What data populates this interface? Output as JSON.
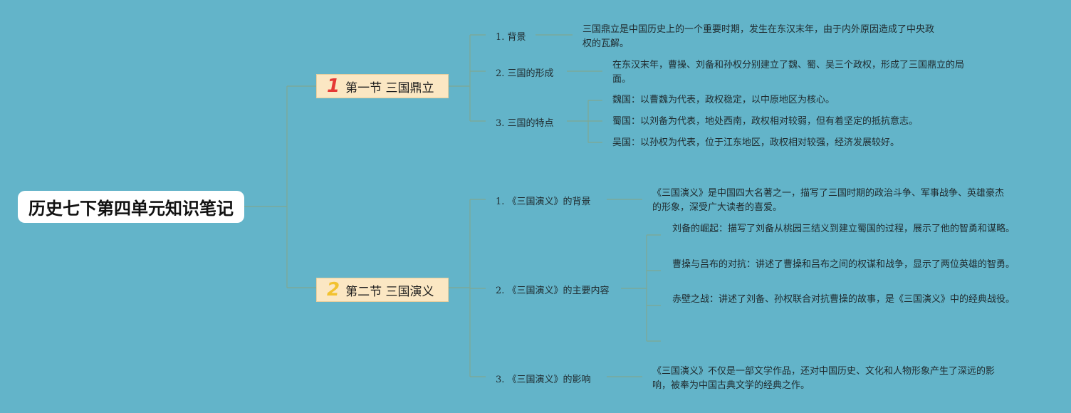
{
  "root": {
    "title": "历史七下第四单元知识笔记"
  },
  "sections": [
    {
      "num": "1",
      "title": "第一节 三国鼎立",
      "items": [
        {
          "label": "1. 背景",
          "notes": [
            "三国鼎立是中国历史上的一个重要时期，发生在东汉末年，由于内外原因造成了中央政权的瓦解。"
          ]
        },
        {
          "label": "2. 三国的形成",
          "notes": [
            "在东汉末年，曹操、刘备和孙权分别建立了魏、蜀、吴三个政权，形成了三国鼎立的局面。"
          ]
        },
        {
          "label": "3. 三国的特点",
          "notes": [
            "魏国：以曹魏为代表，政权稳定，以中原地区为核心。",
            "蜀国：以刘备为代表，地处西南，政权相对较弱，但有着坚定的抵抗意志。",
            "吴国：以孙权为代表，位于江东地区，政权相对较强，经济发展较好。"
          ]
        }
      ]
    },
    {
      "num": "2",
      "title": "第二节 三国演义",
      "items": [
        {
          "label": "1. 《三国演义》的背景",
          "notes": [
            "《三国演义》是中国四大名著之一，描写了三国时期的政治斗争、军事战争、英雄豪杰的形象，深受广大读者的喜爱。"
          ]
        },
        {
          "label": "2. 《三国演义》的主要内容",
          "notes": [
            "刘备的崛起：描写了刘备从桃园三结义到建立蜀国的过程，展示了他的智勇和谋略。",
            "曹操与吕布的对抗：讲述了曹操和吕布之间的权谋和战争，显示了两位英雄的智勇。",
            "赤壁之战：讲述了刘备、孙权联合对抗曹操的故事，是《三国演义》中的经典战役。"
          ]
        },
        {
          "label": "3. 《三国演义》的影响",
          "notes": [
            "《三国演义》不仅是一部文学作品，还对中国历史、文化和人物形象产生了深远的影响，被奉为中国古典文学的经典之作。"
          ]
        }
      ]
    }
  ],
  "colors": {
    "background": "#63b4c9",
    "connector": "#7fa892",
    "section_bg": "#fbe7c3",
    "num1": "#e53935",
    "num2": "#f2c230"
  }
}
